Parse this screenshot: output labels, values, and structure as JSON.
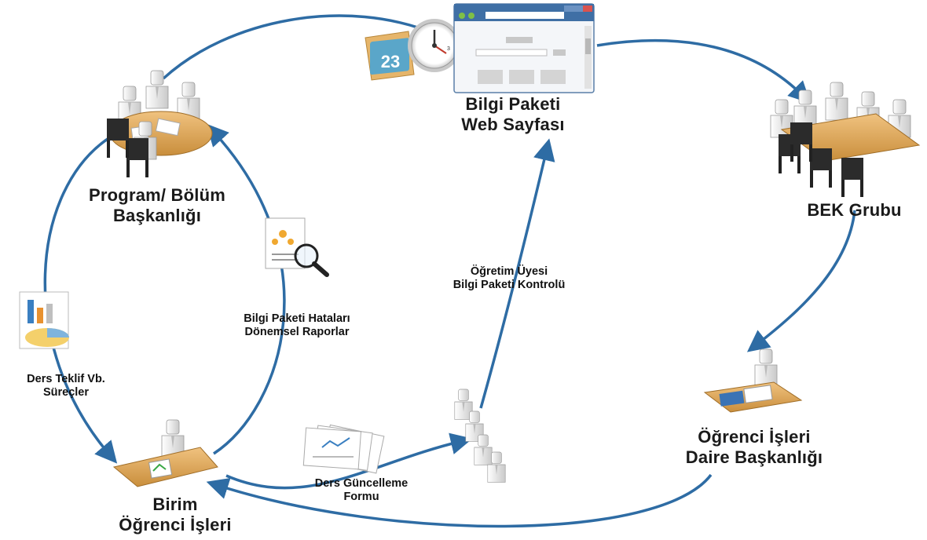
{
  "nodes": {
    "program_bolum": {
      "line1": "Program/ Bölüm",
      "line2": "Başkanlığı"
    },
    "bilgi_paketi": {
      "line1": "Bilgi Paketi",
      "line2": "Web Sayfası"
    },
    "bek": {
      "line1": "BEK Grubu"
    },
    "ogrenci_isleri_daire": {
      "line1": "Öğrenci İşleri",
      "line2": "Daire Başkanlığı"
    },
    "birim": {
      "line1": "Birim",
      "line2": "Öğrenci İşleri"
    }
  },
  "edge_labels": {
    "ders_teklif": {
      "line1": "Ders Teklif Vb.",
      "line2": "Süreçler"
    },
    "bilgi_hatalari": {
      "line1": "Bilgi Paketi Hataları",
      "line2": "Dönemsel Raporlar"
    },
    "ogretim_uyesi": {
      "line1": "Öğretim Üyesi",
      "line2": "Bilgi Paketi Kontrolü"
    },
    "ders_guncelleme": {
      "line1": "Ders Güncelleme",
      "line2": "Formu"
    }
  },
  "icons": {
    "calendar_number": "23"
  },
  "colors": {
    "arrow": "#2e6ca4",
    "table": "#d9a35a",
    "person": "#e6e6e6",
    "chair": "#2b2b2b"
  }
}
